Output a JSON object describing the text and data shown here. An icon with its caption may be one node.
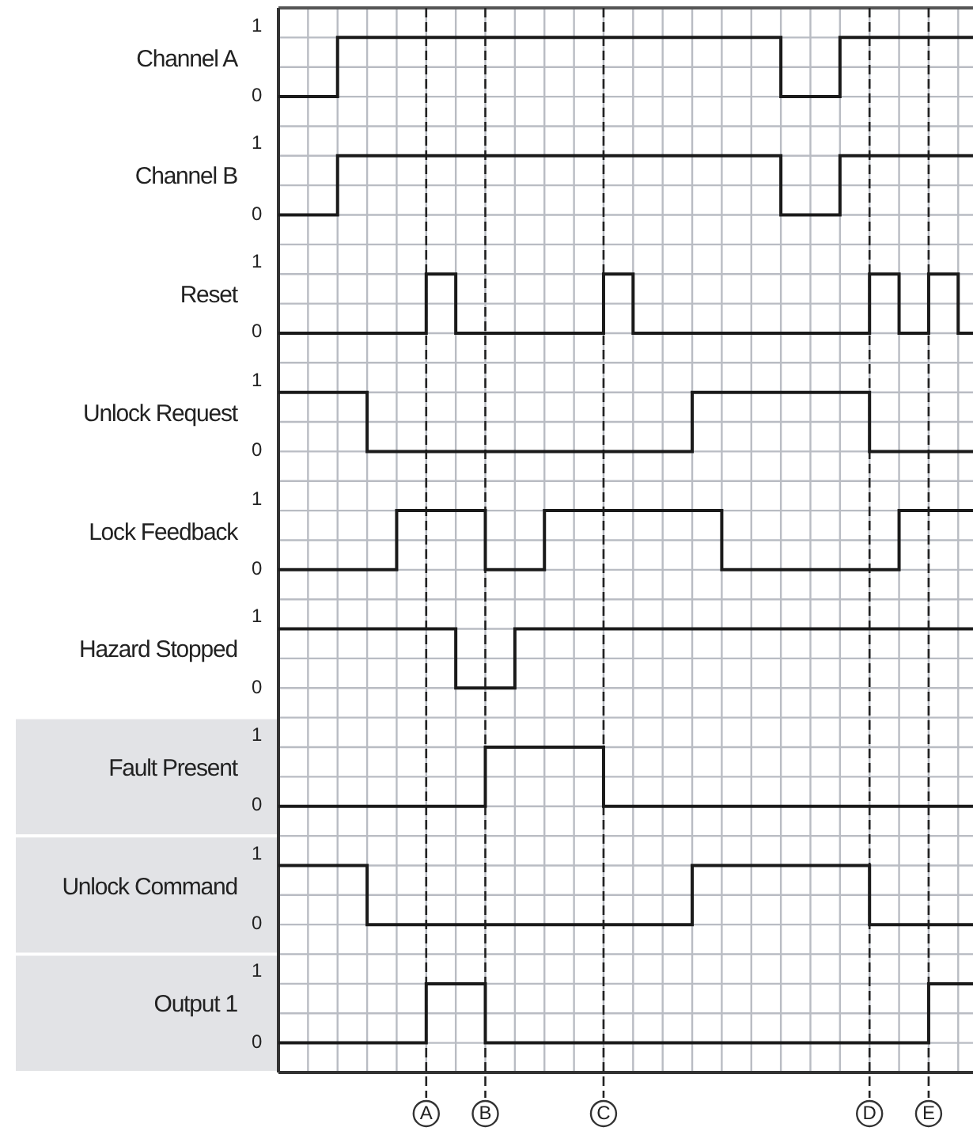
{
  "diagram": {
    "labels": [
      "Channel A",
      "1",
      "0",
      "Channel B",
      "1",
      "0",
      "Reset",
      "1",
      "0",
      "Unlock Request",
      "1",
      "0",
      "Lock Feedback",
      "1",
      "0",
      "Hazard Stopped",
      "1",
      "0",
      "Fault Present",
      "1",
      "0",
      "Unlock Command",
      "1",
      "0",
      "Output 1",
      "1",
      "0",
      "A",
      "B",
      "C",
      "D",
      "E"
    ]
  }
}
